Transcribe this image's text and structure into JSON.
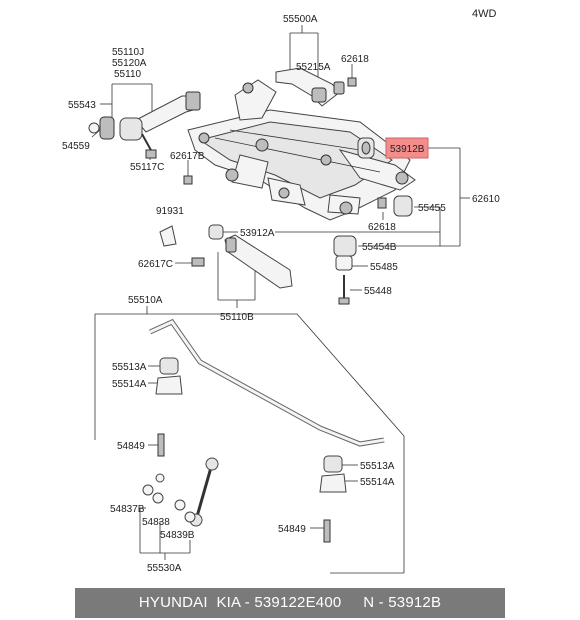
{
  "drive_label": "4WD",
  "highlight_color": "#f48c8c",
  "footer_bg": "#7a7a7a",
  "labels": {
    "p55500A": "55500A",
    "p55215A": "55215A",
    "p62618a": "62618",
    "p55110J": "55110J",
    "p55120A": "55120A",
    "p55110": "55110",
    "p55543": "55543",
    "p54559": "54559",
    "p55117C": "55117C",
    "p62617B": "62617B",
    "p53912B": "53912B",
    "p62610": "62610",
    "p55455": "55455",
    "p62618b": "62618",
    "p91931": "91931",
    "p53912A": "53912A",
    "p55454B": "55454B",
    "p62617C": "62617C",
    "p55485": "55485",
    "p55448": "55448",
    "p55110B": "55110B",
    "p55510A": "55510A",
    "p55513A_l": "55513A",
    "p55514A_l": "55514A",
    "p54849_l": "54849",
    "p55513A_r": "55513A",
    "p55514A_r": "55514A",
    "p54837B": "54837B",
    "p54838": "54838",
    "p54839B": "54839B",
    "p54849_r": "54849",
    "p55530A": "55530A"
  },
  "footer": {
    "text": "HYUNDAI  KIA - 539122E400     N - 53912B"
  }
}
